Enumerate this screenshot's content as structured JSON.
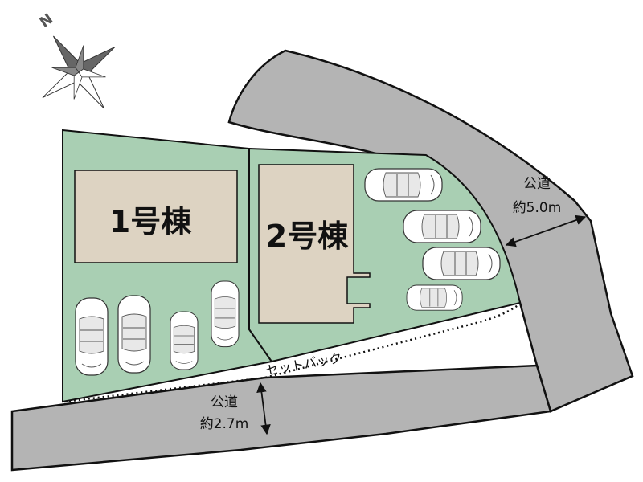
{
  "lots": {
    "lot1": {
      "label": "1号棟"
    },
    "lot2": {
      "label": "2号棟"
    }
  },
  "roads": {
    "east": {
      "label": "公道",
      "width": "約5.0m"
    },
    "south": {
      "label": "公道",
      "width": "約2.7m"
    }
  },
  "setback": {
    "label": "セットバック"
  },
  "compass": {
    "north_label": "N",
    "icon": "compass-rose-icon"
  },
  "colors": {
    "lot_fill": "#a9cfb3",
    "building_fill": "#ddd3c2",
    "road_fill": "#b4b4b4",
    "outline": "#111111"
  }
}
